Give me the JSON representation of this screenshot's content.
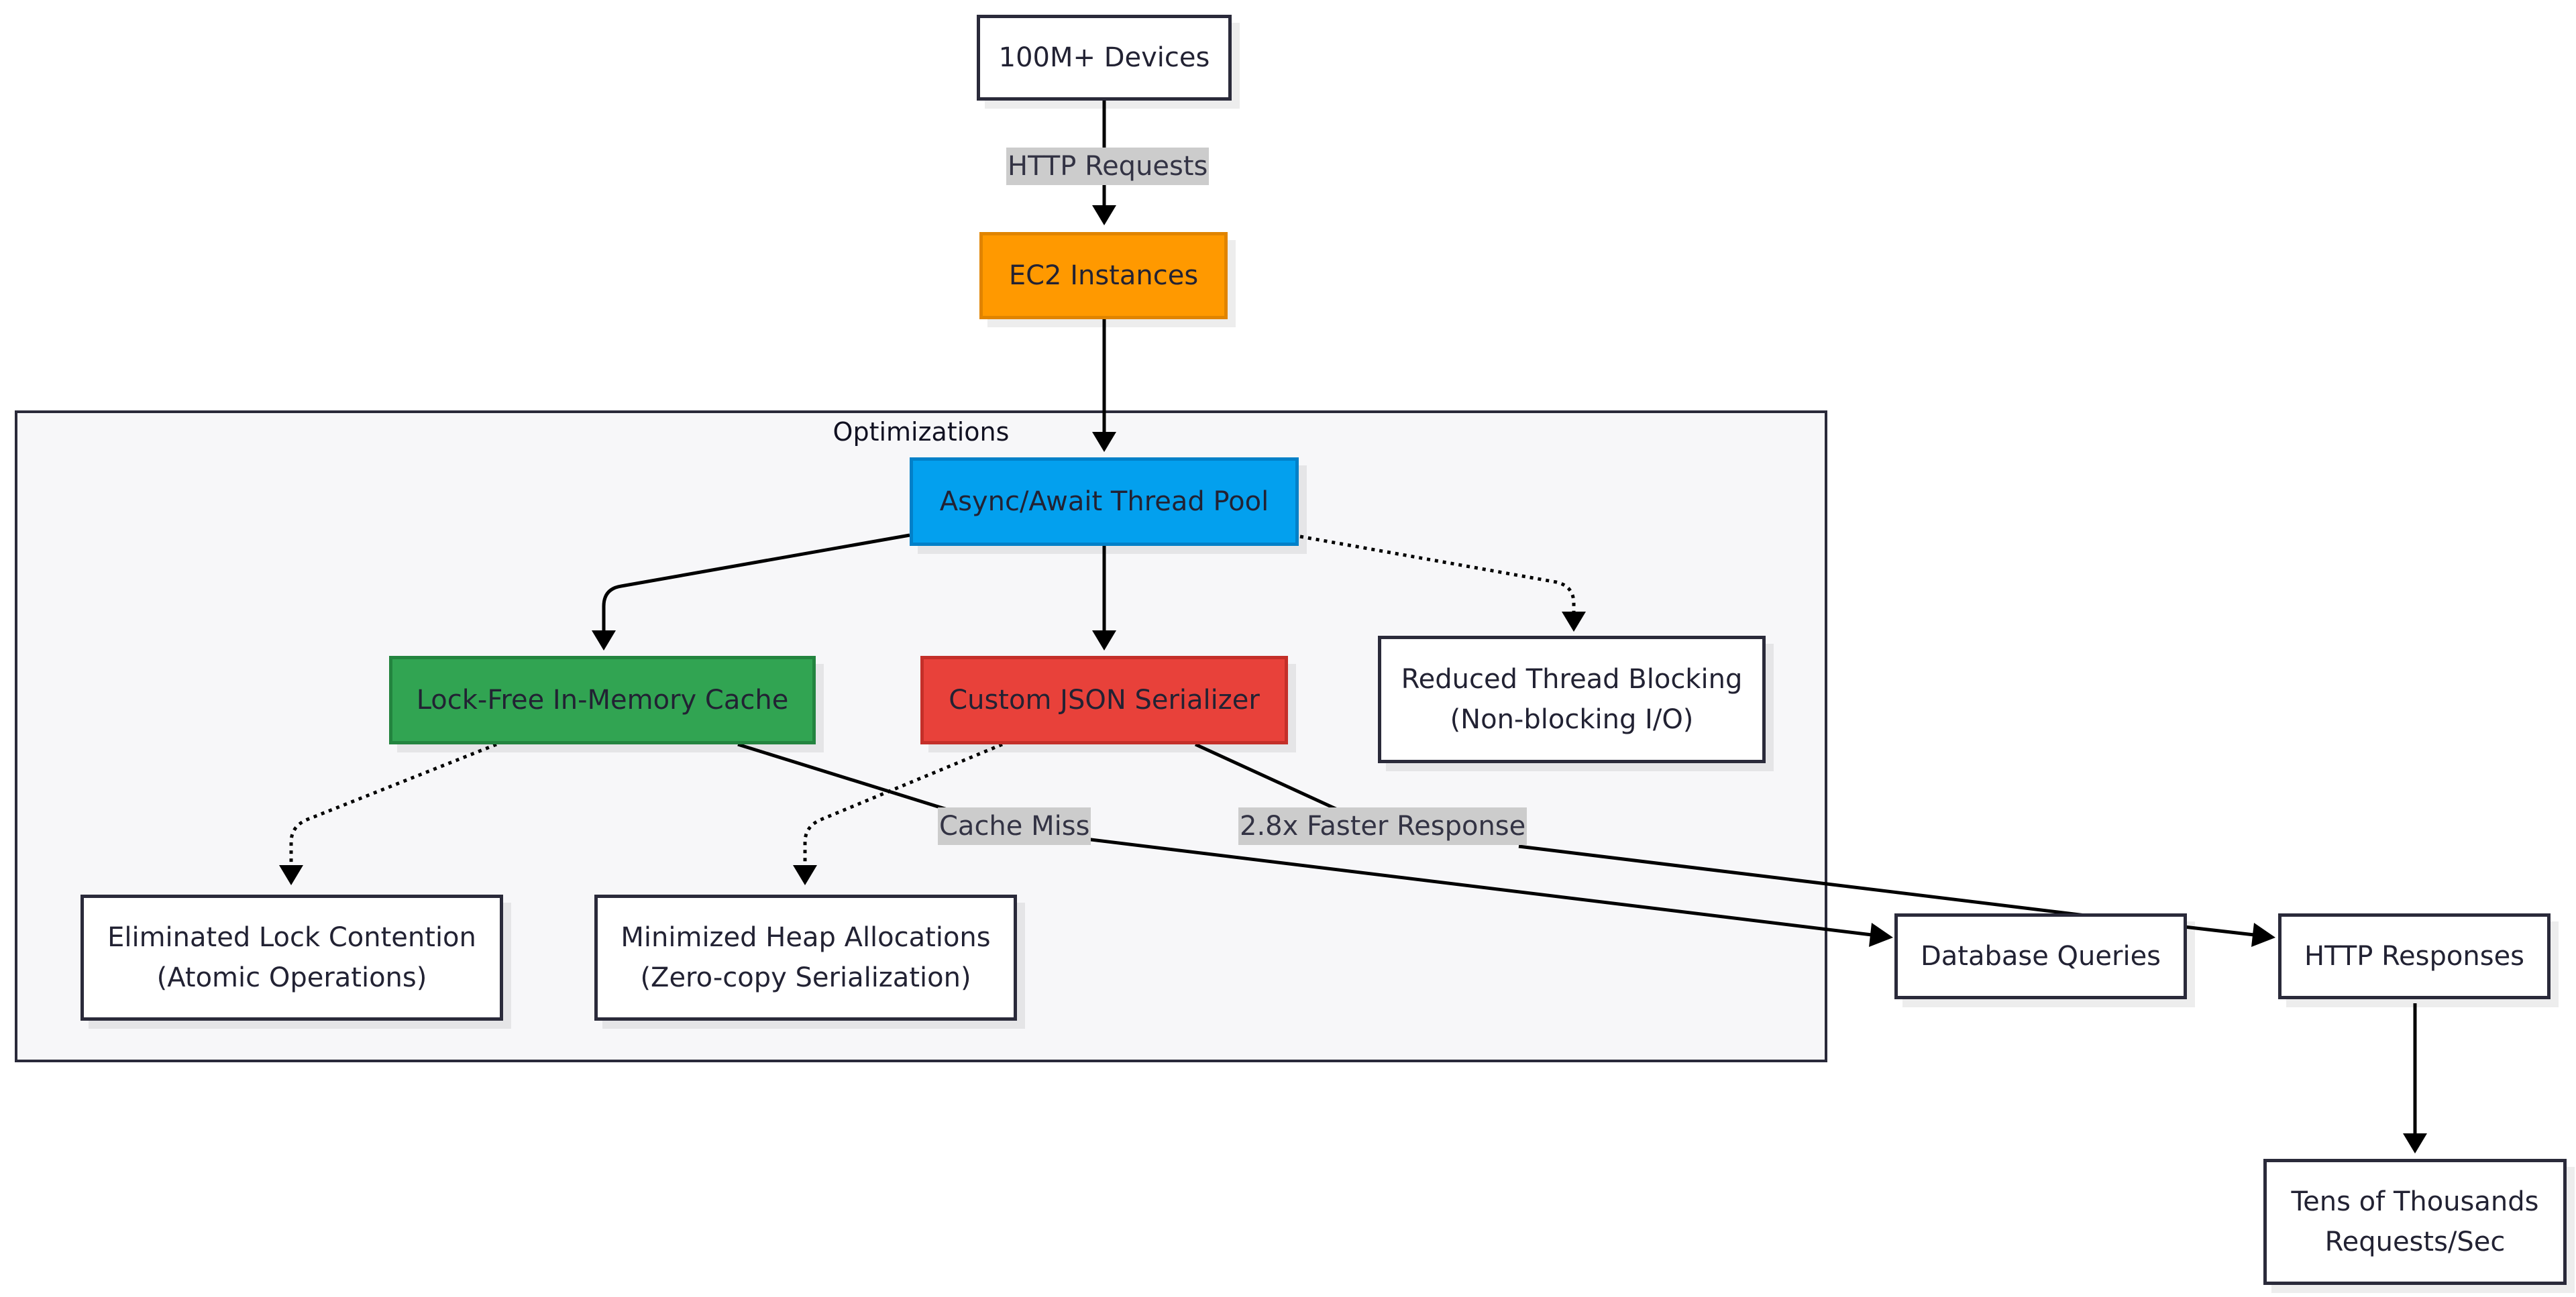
{
  "colors": {
    "ec2_fill": "#ff9900",
    "ec2_border": "#e08400",
    "threadpool_fill": "#03a0ee",
    "threadpool_border": "#0280c8",
    "cache_fill": "#31a452",
    "cache_border": "#23843f",
    "json_fill": "#e8413a",
    "json_border": "#c42f29",
    "edge": "#000000",
    "label_bg": "#cccccc",
    "border": "#2a2a3a",
    "cluster_bg": "#f7f7f9"
  },
  "cluster": {
    "title": "Optimizations"
  },
  "nodes": {
    "devices": "100M+ Devices",
    "ec2": "EC2 Instances",
    "threadpool": "Async/Await Thread Pool",
    "cache": "Lock-Free In-Memory Cache",
    "json": "Custom JSON Serializer",
    "reduced_blocking": "Reduced Thread Blocking\n(Non-blocking I/O)",
    "lock_contention": "Eliminated Lock Contention\n(Atomic Operations)",
    "heap_alloc": "Minimized Heap Allocations\n(Zero-copy Serialization)",
    "db_queries": "Database Queries",
    "http_responses": "HTTP Responses",
    "throughput": "Tens of Thousands\nRequests/Sec"
  },
  "edge_labels": {
    "http_requests": "HTTP Requests",
    "cache_miss": "Cache Miss",
    "faster_response": "2.8x Faster Response"
  }
}
